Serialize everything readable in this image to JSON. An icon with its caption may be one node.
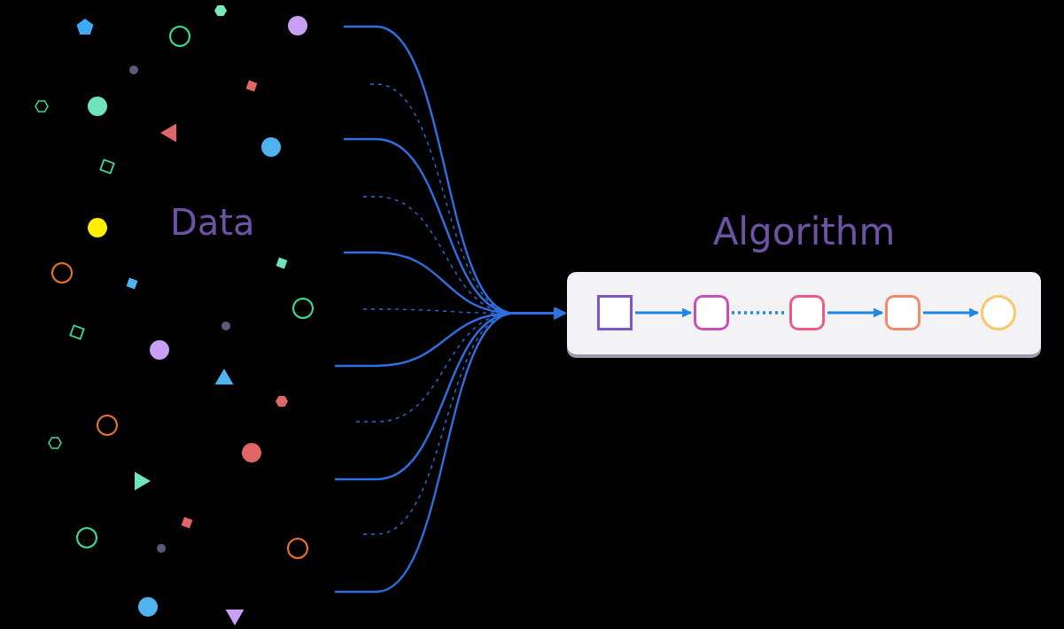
{
  "diagram": {
    "nodes": [
      {
        "text": [
          "Algorithm"
        ]
      },
      {
        "text": [],
        "shape": "square",
        "in": 0
      },
      {
        "text": [],
        "shape": "rounded",
        "in": 0
      },
      {
        "text": [],
        "shape": "rounded",
        "in": 0
      },
      {
        "text": [],
        "shape": "rounded",
        "in": 0
      },
      {
        "text": [],
        "shape": "circle",
        "in": 0
      }
    ],
    "edges": [
      {
        "from": null,
        "to": 0,
        "arrow": "to"
      },
      {
        "from": null,
        "to": 0,
        "arrow": "to",
        "style": "dashed"
      },
      {
        "from": null,
        "to": 0,
        "arrow": "to"
      },
      {
        "from": null,
        "to": 0,
        "arrow": "to",
        "style": "dashed"
      },
      {
        "from": null,
        "to": 0,
        "arrow": "to"
      },
      {
        "from": null,
        "to": 0,
        "arrow": "to",
        "style": "dashed"
      },
      {
        "from": null,
        "to": 0,
        "arrow": "to"
      },
      {
        "from": null,
        "to": 0,
        "arrow": "to",
        "style": "dashed"
      },
      {
        "from": null,
        "to": 0,
        "arrow": "to"
      },
      {
        "from": null,
        "to": 0,
        "arrow": "to",
        "style": "dashed"
      },
      {
        "from": null,
        "to": 0,
        "arrow": "to"
      },
      {
        "from": 1,
        "to": 2,
        "arrow": "to"
      },
      {
        "from": 2,
        "to": 3,
        "arrow": "none",
        "style": "dashed"
      },
      {
        "from": 3,
        "to": 4,
        "arrow": "to"
      },
      {
        "from": 4,
        "to": 5,
        "arrow": "to"
      }
    ],
    "labels": [
      "Data"
    ]
  }
}
